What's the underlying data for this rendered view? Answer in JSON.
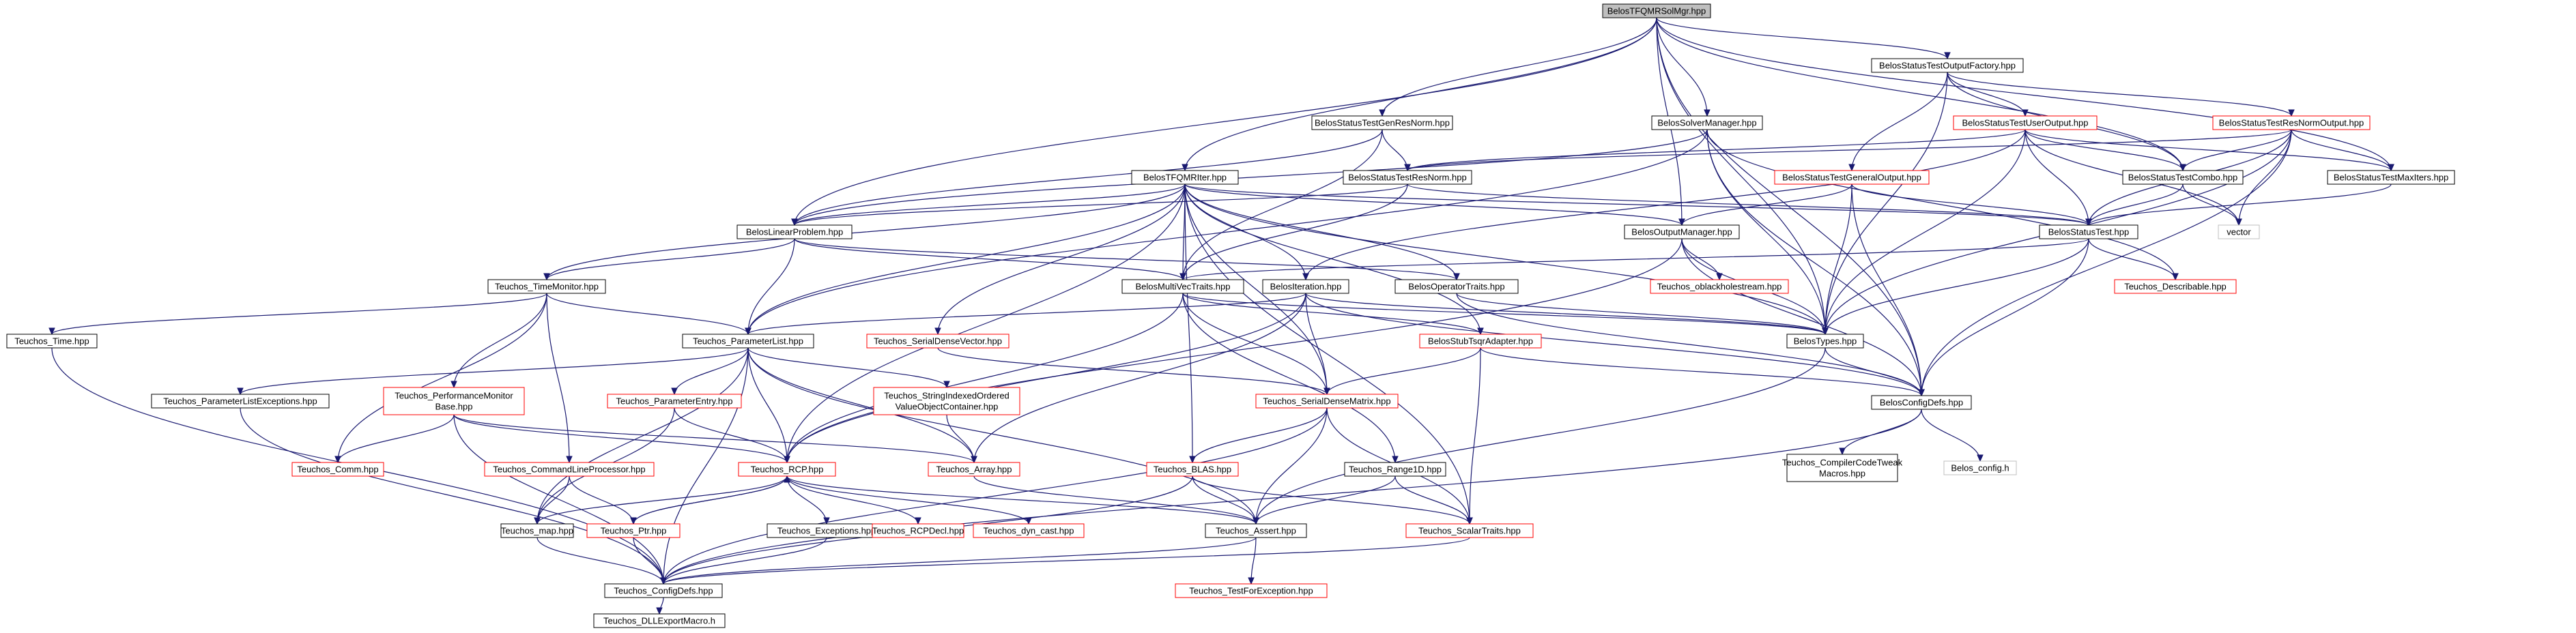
{
  "colors": {
    "edge": "#191970",
    "border_default": "#000000",
    "border_red": "#ff0000",
    "border_gray": "#bfbfbf",
    "root_fill": "#bfbfbf",
    "node_fill": "#ffffff"
  },
  "nodes": {
    "root": {
      "lines": [
        "BelosTFQMRSolMgr.hpp"
      ],
      "kind": "root"
    },
    "stofac": {
      "lines": [
        "BelosStatusTestOutputFactory.hpp"
      ],
      "kind": "default"
    },
    "genres": {
      "lines": [
        "BelosStatusTestGenResNorm.hpp"
      ],
      "kind": "default"
    },
    "solvermgr": {
      "lines": [
        "BelosSolverManager.hpp"
      ],
      "kind": "default"
    },
    "useroutput": {
      "lines": [
        "BelosStatusTestUserOutput.hpp"
      ],
      "kind": "red"
    },
    "resnormout": {
      "lines": [
        "BelosStatusTestResNormOutput.hpp"
      ],
      "kind": "red"
    },
    "tfqmriter": {
      "lines": [
        "BelosTFQMRIter.hpp"
      ],
      "kind": "default"
    },
    "resnorm": {
      "lines": [
        "BelosStatusTestResNorm.hpp"
      ],
      "kind": "default"
    },
    "genoutput": {
      "lines": [
        "BelosStatusTestGeneralOutput.hpp"
      ],
      "kind": "red"
    },
    "combo": {
      "lines": [
        "BelosStatusTestCombo.hpp"
      ],
      "kind": "default"
    },
    "maxiters": {
      "lines": [
        "BelosStatusTestMaxIters.hpp"
      ],
      "kind": "default"
    },
    "linprob": {
      "lines": [
        "BelosLinearProblem.hpp"
      ],
      "kind": "default"
    },
    "outmgr": {
      "lines": [
        "BelosOutputManager.hpp"
      ],
      "kind": "default"
    },
    "stest": {
      "lines": [
        "BelosStatusTest.hpp"
      ],
      "kind": "default"
    },
    "vector": {
      "lines": [
        "vector"
      ],
      "kind": "gray"
    },
    "timemon": {
      "lines": [
        "Teuchos_TimeMonitor.hpp"
      ],
      "kind": "default"
    },
    "multivec": {
      "lines": [
        "BelosMultiVecTraits.hpp"
      ],
      "kind": "default"
    },
    "iteration": {
      "lines": [
        "BelosIteration.hpp"
      ],
      "kind": "default"
    },
    "optraits": {
      "lines": [
        "BelosOperatorTraits.hpp"
      ],
      "kind": "default"
    },
    "oblackhole": {
      "lines": [
        "Teuchos_oblackholestream.hpp"
      ],
      "kind": "red"
    },
    "describable": {
      "lines": [
        "Teuchos_Describable.hpp"
      ],
      "kind": "red"
    },
    "time": {
      "lines": [
        "Teuchos_Time.hpp"
      ],
      "kind": "default"
    },
    "paramlist": {
      "lines": [
        "Teuchos_ParameterList.hpp"
      ],
      "kind": "default"
    },
    "sdvector": {
      "lines": [
        "Teuchos_SerialDenseVector.hpp"
      ],
      "kind": "red"
    },
    "stubtsqr": {
      "lines": [
        "BelosStubTsqrAdapter.hpp"
      ],
      "kind": "red"
    },
    "belostypes": {
      "lines": [
        "BelosTypes.hpp"
      ],
      "kind": "default"
    },
    "configdefs": {
      "lines": [
        "BelosConfigDefs.hpp"
      ],
      "kind": "default"
    },
    "plexceptions": {
      "lines": [
        "Teuchos_ParameterListExceptions.hpp"
      ],
      "kind": "default"
    },
    "perfmon": {
      "lines": [
        "Teuchos_PerformanceMonitor",
        "Base.hpp"
      ],
      "kind": "red"
    },
    "paramentry": {
      "lines": [
        "Teuchos_ParameterEntry.hpp"
      ],
      "kind": "red"
    },
    "stringindexed": {
      "lines": [
        "Teuchos_StringIndexedOrdered",
        "ValueObjectContainer.hpp"
      ],
      "kind": "red"
    },
    "sdmatrix": {
      "lines": [
        "Teuchos_SerialDenseMatrix.hpp"
      ],
      "kind": "red"
    },
    "compilercode": {
      "lines": [
        "Teuchos_CompilerCodeTweak",
        "Macros.hpp"
      ],
      "kind": "default"
    },
    "belosconfigh": {
      "lines": [
        "Belos_config.h"
      ],
      "kind": "gray"
    },
    "comm": {
      "lines": [
        "Teuchos_Comm.hpp"
      ],
      "kind": "red"
    },
    "cmdline": {
      "lines": [
        "Teuchos_CommandLineProcessor.hpp"
      ],
      "kind": "red"
    },
    "rcp": {
      "lines": [
        "Teuchos_RCP.hpp"
      ],
      "kind": "red"
    },
    "array": {
      "lines": [
        "Teuchos_Array.hpp"
      ],
      "kind": "red"
    },
    "blas": {
      "lines": [
        "Teuchos_BLAS.hpp"
      ],
      "kind": "red"
    },
    "range1d": {
      "lines": [
        "Teuchos_Range1D.hpp"
      ],
      "kind": "default"
    },
    "map": {
      "lines": [
        "Teuchos_map.hpp"
      ],
      "kind": "default"
    },
    "ptr": {
      "lines": [
        "Teuchos_Ptr.hpp"
      ],
      "kind": "red"
    },
    "exceptions": {
      "lines": [
        "Teuchos_Exceptions.hpp"
      ],
      "kind": "default"
    },
    "rcpdecl": {
      "lines": [
        "Teuchos_RCPDecl.hpp"
      ],
      "kind": "red"
    },
    "dyncast": {
      "lines": [
        "Teuchos_dyn_cast.hpp"
      ],
      "kind": "red"
    },
    "assert": {
      "lines": [
        "Teuchos_Assert.hpp"
      ],
      "kind": "default"
    },
    "scalartraits": {
      "lines": [
        "Teuchos_ScalarTraits.hpp"
      ],
      "kind": "red"
    },
    "tconfigdefs": {
      "lines": [
        "Teuchos_ConfigDefs.hpp"
      ],
      "kind": "default"
    },
    "testforexc": {
      "lines": [
        "Teuchos_TestForException.hpp"
      ],
      "kind": "red"
    },
    "dllexport": {
      "lines": [
        "Teuchos_DLLExportMacro.h"
      ],
      "kind": "default"
    }
  },
  "edges": [
    [
      "root",
      "stofac"
    ],
    [
      "root",
      "genres"
    ],
    [
      "root",
      "solvermgr"
    ],
    [
      "root",
      "tfqmriter"
    ],
    [
      "root",
      "linprob"
    ],
    [
      "root",
      "combo"
    ],
    [
      "root",
      "maxiters"
    ],
    [
      "root",
      "outmgr"
    ],
    [
      "root",
      "belostypes"
    ],
    [
      "root",
      "configdefs"
    ],
    [
      "stofac",
      "useroutput"
    ],
    [
      "stofac",
      "resnormout"
    ],
    [
      "stofac",
      "genoutput"
    ],
    [
      "stofac",
      "combo"
    ],
    [
      "stofac",
      "belostypes"
    ],
    [
      "genres",
      "resnorm"
    ],
    [
      "genres",
      "linprob"
    ],
    [
      "genres",
      "multivec"
    ],
    [
      "solvermgr",
      "linprob"
    ],
    [
      "solvermgr",
      "paramlist"
    ],
    [
      "solvermgr",
      "belostypes"
    ],
    [
      "solvermgr",
      "describable"
    ],
    [
      "solvermgr",
      "configdefs"
    ],
    [
      "useroutput",
      "combo"
    ],
    [
      "useroutput",
      "maxiters"
    ],
    [
      "useroutput",
      "resnorm"
    ],
    [
      "useroutput",
      "stest"
    ],
    [
      "useroutput",
      "iteration"
    ],
    [
      "useroutput",
      "vector"
    ],
    [
      "useroutput",
      "belostypes"
    ],
    [
      "resnormout",
      "combo"
    ],
    [
      "resnormout",
      "maxiters"
    ],
    [
      "resnormout",
      "resnorm"
    ],
    [
      "resnormout",
      "stest"
    ],
    [
      "resnormout",
      "vector"
    ],
    [
      "resnormout",
      "belostypes"
    ],
    [
      "resnormout",
      "configdefs"
    ],
    [
      "tfqmriter",
      "linprob"
    ],
    [
      "tfqmriter",
      "outmgr"
    ],
    [
      "tfqmriter",
      "stest"
    ],
    [
      "tfqmriter",
      "multivec"
    ],
    [
      "tfqmriter",
      "iteration"
    ],
    [
      "tfqmriter",
      "optraits"
    ],
    [
      "tfqmriter",
      "paramlist"
    ],
    [
      "tfqmriter",
      "sdvector"
    ],
    [
      "tfqmriter",
      "stubtsqr"
    ],
    [
      "tfqmriter",
      "belostypes"
    ],
    [
      "tfqmriter",
      "sdmatrix"
    ],
    [
      "tfqmriter",
      "rcp"
    ],
    [
      "tfqmriter",
      "blas"
    ],
    [
      "tfqmriter",
      "scalartraits"
    ],
    [
      "tfqmriter",
      "timemon"
    ],
    [
      "resnorm",
      "stest"
    ],
    [
      "resnorm",
      "linprob"
    ],
    [
      "resnorm",
      "multivec"
    ],
    [
      "genoutput",
      "outmgr"
    ],
    [
      "genoutput",
      "stest"
    ],
    [
      "genoutput",
      "belostypes"
    ],
    [
      "genoutput",
      "configdefs"
    ],
    [
      "combo",
      "stest"
    ],
    [
      "combo",
      "vector"
    ],
    [
      "maxiters",
      "stest"
    ],
    [
      "linprob",
      "multivec"
    ],
    [
      "linprob",
      "optraits"
    ],
    [
      "linprob",
      "timemon"
    ],
    [
      "linprob",
      "paramlist"
    ],
    [
      "outmgr",
      "oblackhole"
    ],
    [
      "outmgr",
      "belostypes"
    ],
    [
      "outmgr",
      "configdefs"
    ],
    [
      "outmgr",
      "rcp"
    ],
    [
      "stest",
      "describable"
    ],
    [
      "stest",
      "belostypes"
    ],
    [
      "stest",
      "configdefs"
    ],
    [
      "stest",
      "multivec"
    ],
    [
      "timemon",
      "time"
    ],
    [
      "timemon",
      "paramlist"
    ],
    [
      "timemon",
      "perfmon"
    ],
    [
      "timemon",
      "cmdline"
    ],
    [
      "timemon",
      "comm"
    ],
    [
      "multivec",
      "belostypes"
    ],
    [
      "multivec",
      "stubtsqr"
    ],
    [
      "multivec",
      "sdmatrix"
    ],
    [
      "multivec",
      "rcp"
    ],
    [
      "multivec",
      "range1d"
    ],
    [
      "iteration",
      "belostypes"
    ],
    [
      "iteration",
      "configdefs"
    ],
    [
      "iteration",
      "paramlist"
    ],
    [
      "iteration",
      "sdmatrix"
    ],
    [
      "iteration",
      "rcp"
    ],
    [
      "iteration",
      "array"
    ],
    [
      "optraits",
      "belostypes"
    ],
    [
      "optraits",
      "configdefs"
    ],
    [
      "time",
      "tconfigdefs"
    ],
    [
      "paramlist",
      "plexceptions"
    ],
    [
      "paramlist",
      "paramentry"
    ],
    [
      "paramlist",
      "stringindexed"
    ],
    [
      "paramlist",
      "rcp"
    ],
    [
      "paramlist",
      "array"
    ],
    [
      "paramlist",
      "map"
    ],
    [
      "paramlist",
      "assert"
    ],
    [
      "paramlist",
      "tconfigdefs"
    ],
    [
      "sdvector",
      "sdmatrix"
    ],
    [
      "stubtsqr",
      "sdmatrix"
    ],
    [
      "stubtsqr",
      "scalartraits"
    ],
    [
      "stubtsqr",
      "configdefs"
    ],
    [
      "belostypes",
      "configdefs"
    ],
    [
      "belostypes",
      "assert"
    ],
    [
      "configdefs",
      "compilercode"
    ],
    [
      "configdefs",
      "belosconfigh"
    ],
    [
      "configdefs",
      "tconfigdefs"
    ],
    [
      "plexceptions",
      "tconfigdefs"
    ],
    [
      "perfmon",
      "comm"
    ],
    [
      "perfmon",
      "rcp"
    ],
    [
      "perfmon",
      "array"
    ],
    [
      "perfmon",
      "tconfigdefs"
    ],
    [
      "paramentry",
      "rcp"
    ],
    [
      "paramentry",
      "map"
    ],
    [
      "stringindexed",
      "array"
    ],
    [
      "sdmatrix",
      "blas"
    ],
    [
      "sdmatrix",
      "assert"
    ],
    [
      "sdmatrix",
      "scalartraits"
    ],
    [
      "sdmatrix",
      "tconfigdefs"
    ],
    [
      "cmdline",
      "map"
    ],
    [
      "cmdline",
      "ptr"
    ],
    [
      "rcp",
      "ptr"
    ],
    [
      "rcp",
      "exceptions"
    ],
    [
      "rcp",
      "rcpdecl"
    ],
    [
      "rcp",
      "dyncast"
    ],
    [
      "rcp",
      "assert"
    ],
    [
      "rcp",
      "map"
    ],
    [
      "ptr",
      "rcp"
    ],
    [
      "ptr",
      "tconfigdefs"
    ],
    [
      "array",
      "assert"
    ],
    [
      "blas",
      "assert"
    ],
    [
      "blas",
      "scalartraits"
    ],
    [
      "blas",
      "tconfigdefs"
    ],
    [
      "range1d",
      "assert"
    ],
    [
      "range1d",
      "scalartraits"
    ],
    [
      "map",
      "tconfigdefs"
    ],
    [
      "exceptions",
      "tconfigdefs"
    ],
    [
      "assert",
      "testforexc"
    ],
    [
      "assert",
      "tconfigdefs"
    ],
    [
      "scalartraits",
      "tconfigdefs"
    ],
    [
      "tconfigdefs",
      "dllexport"
    ]
  ]
}
